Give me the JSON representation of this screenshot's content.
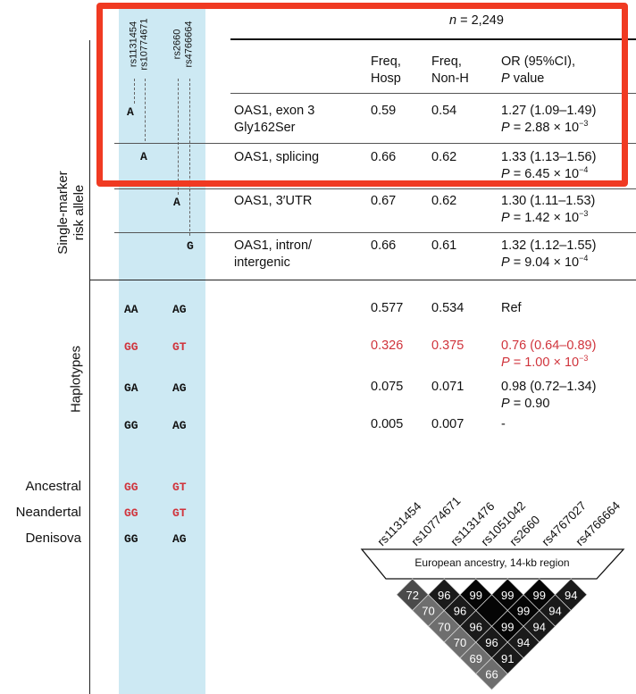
{
  "header": {
    "n_label": "n = 2,249"
  },
  "snp_ids": [
    "rs1131454",
    "rs10774671",
    "rs2660",
    "rs4766664"
  ],
  "columns": {
    "freq_hosp": "Freq,\nHosp",
    "freq_nonh": "Freq,\nNon-H",
    "or": "OR (95%CI),\nP value"
  },
  "section_labels": {
    "single_marker": "Single-marker\nrisk allele",
    "haplotypes": "Haplotypes"
  },
  "single_marker_rows": [
    {
      "allele": "A",
      "variant": "OAS1, exon 3\nGly162Ser",
      "freq_hosp": "0.59",
      "freq_nonh": "0.54",
      "or": "1.27 (1.09–1.49)",
      "p_mant": "P = 2.88 × 10",
      "p_exp": "−3"
    },
    {
      "allele": "A",
      "variant": "OAS1, splicing",
      "freq_hosp": "0.66",
      "freq_nonh": "0.62",
      "or": "1.33 (1.13–1.56)",
      "p_mant": "P = 6.45 × 10",
      "p_exp": "−4"
    },
    {
      "allele": "A",
      "variant": "OAS1, 3′UTR",
      "freq_hosp": "0.67",
      "freq_nonh": "0.62",
      "or": "1.30 (1.11–1.53)",
      "p_mant": "P = 1.42 × 10",
      "p_exp": "−3"
    },
    {
      "allele": "G",
      "variant": "OAS1, intron/\nintergenic",
      "freq_hosp": "0.66",
      "freq_nonh": "0.61",
      "or": "1.32 (1.12–1.55)",
      "p_mant": "P = 9.04 × 10",
      "p_exp": "−4"
    }
  ],
  "haplotype_rows": [
    {
      "h1": "AA",
      "h2": "AG",
      "freq_hosp": "0.577",
      "freq_nonh": "0.534",
      "or": "Ref",
      "p": ""
    },
    {
      "h1": "GG",
      "h2": "GT",
      "freq_hosp": "0.326",
      "freq_nonh": "0.375",
      "or": "0.76 (0.64–0.89)",
      "p_mant": "P = 1.00 × 10",
      "p_exp": "−3"
    },
    {
      "h1": "GA",
      "h2": "AG",
      "freq_hosp": "0.075",
      "freq_nonh": "0.071",
      "or": "0.98 (0.72–1.34)",
      "p": "P = 0.90"
    },
    {
      "h1": "GG",
      "h2": "AG",
      "freq_hosp": "0.005",
      "freq_nonh": "0.007",
      "or": "-",
      "p": ""
    }
  ],
  "archaic": [
    {
      "name": "Ancestral",
      "h1": "GG",
      "h2": "GT"
    },
    {
      "name": "Neandertal",
      "h1": "GG",
      "h2": "GT"
    },
    {
      "name": "Denisova",
      "h1": "GG",
      "h2": "AG"
    }
  ],
  "ld": {
    "snps": [
      "rs1131454",
      "rs10774671",
      "rs1131476",
      "rs1051042",
      "rs2660",
      "rs4767027",
      "rs4766664"
    ],
    "box_label": "European ancestry, 14-kb region",
    "rows": [
      [
        "72",
        "96",
        "99",
        "99",
        "99",
        "94"
      ],
      [
        "70",
        "96",
        "",
        "99",
        "94"
      ],
      [
        "70",
        "96",
        "99",
        "94"
      ],
      [
        "70",
        "96",
        "94"
      ],
      [
        "69",
        "91"
      ],
      [
        "66"
      ]
    ]
  },
  "colors": {
    "highlight_col": "#cde9f3",
    "red": "#d0343c",
    "box": "#f03a22"
  }
}
